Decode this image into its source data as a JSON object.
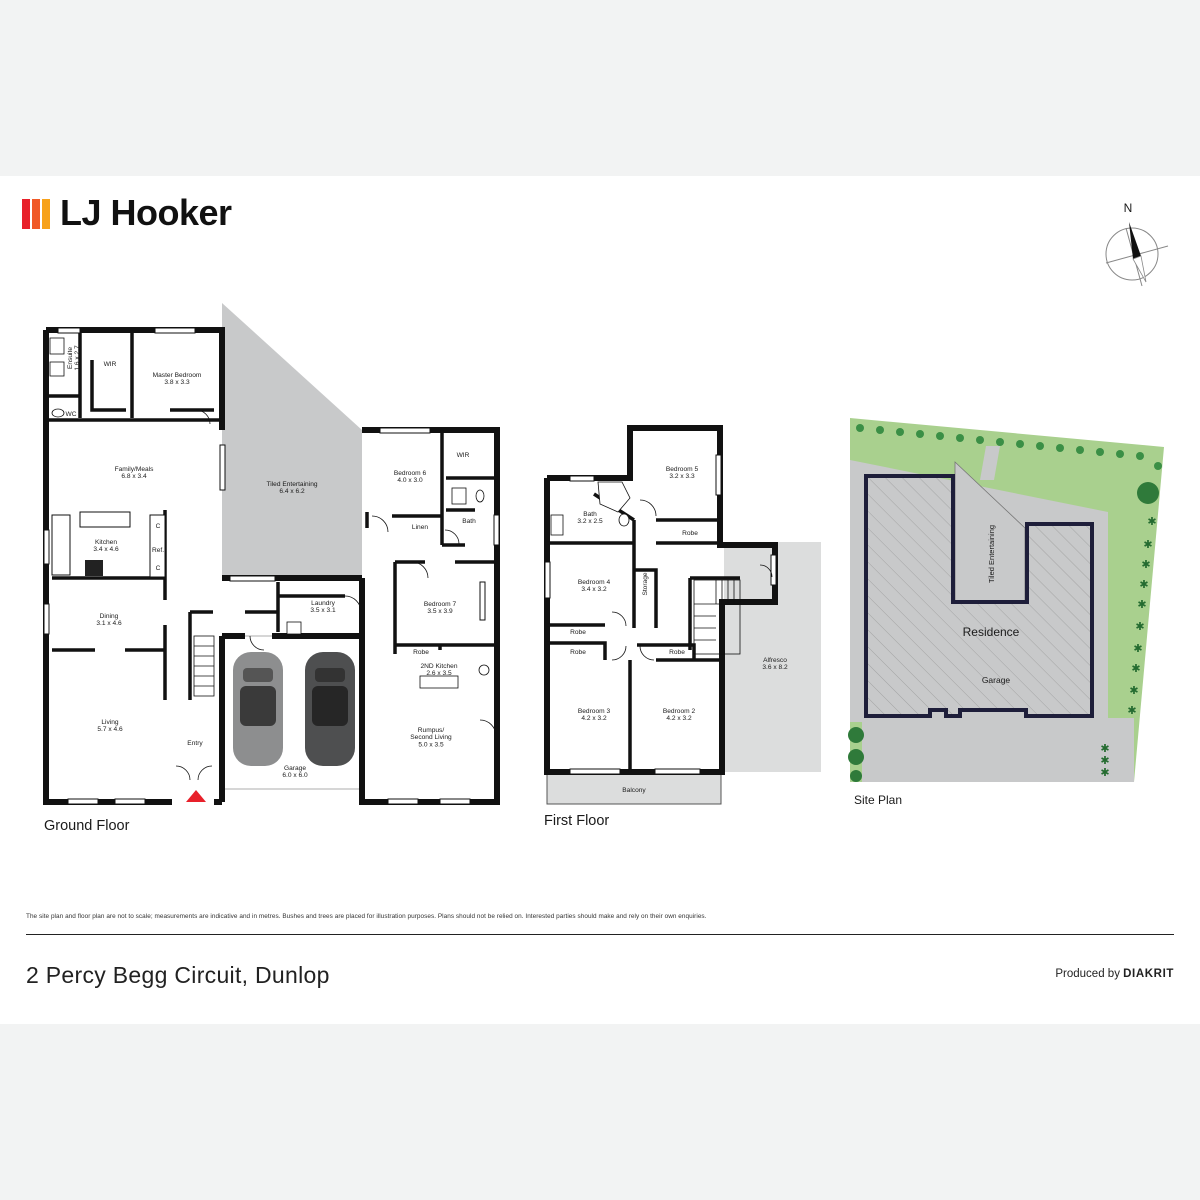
{
  "brand": {
    "name": "LJ Hooker",
    "colors": [
      "#f05a28",
      "#f7a21b",
      "#e8202a"
    ]
  },
  "compass": {
    "label": "N"
  },
  "plans": {
    "ground": {
      "title": "Ground Floor"
    },
    "first": {
      "title": "First Floor"
    },
    "site": {
      "title": "Site Plan"
    }
  },
  "rooms": {
    "ensuite": "Ensuite\n1.6 x 2.7",
    "wir1": "WIR",
    "master": "Master Bedroom\n3.8 x 3.3",
    "wc": "WC",
    "family": "Family/Meals\n6.8 x 3.4",
    "kitchen": "Kitchen\n3.4 x 4.6",
    "c1": "C",
    "ref": "Ref.",
    "c2": "C",
    "dining": "Dining\n3.1 x 4.6",
    "living": "Living\n5.7 x 4.6",
    "entry": "Entry",
    "tiled": "Tiled Entertaining\n6.4 x 6.2",
    "laundry": "Laundry\n3.5 x 3.1",
    "garage": "Garage\n6.0 x 6.0",
    "bed6": "Bedroom 6\n4.0 x 3.0",
    "wir2": "WIR",
    "linen": "Linen",
    "bath1": "Bath",
    "bed7": "Bedroom 7\n3.5 x 3.9",
    "robe7": "Robe",
    "kitchen2": "2ND Kitchen\n2.6 x 3.5",
    "rumpus": "Rumpus/\nSecond Living\n5.0 x 3.5",
    "bath2": "Bath\n3.2 x 2.5",
    "bed5": "Bedroom 5\n3.2 x 3.3",
    "robe5": "Robe",
    "bed4": "Bedroom 4\n3.4 x 3.2",
    "storage": "Storage",
    "robe4": "Robe",
    "robe3": "Robe",
    "robe2": "Robe",
    "bed3": "Bedroom 3\n4.2 x 3.2",
    "bed2": "Bedroom 2\n4.2 x 3.2",
    "alfresco": "Alfresco\n3.6 x 8.2",
    "balcony": "Balcony"
  },
  "site": {
    "residence": "Residence",
    "garage": "Garage",
    "tiled": "Tiled Entertaining"
  },
  "footer": {
    "disclaimer": "The site plan and floor plan are not to scale; measurements are indicative and in metres. Bushes and trees are placed for illustration purposes. Plans should not be relied on. Interested parties should make and rely on their own enquiries.",
    "address": "2 Percy Begg Circuit, Dunlop",
    "produced_by": "Produced by",
    "producer": "DIAKRIT"
  },
  "colors": {
    "wall": "#111111",
    "tiled_fill": "#c8c9ca",
    "alfresco_fill": "#dcdddd",
    "site_lawn": "#a9d08e",
    "site_paving": "#c8c9ca",
    "accent_red": "#e8202a"
  }
}
